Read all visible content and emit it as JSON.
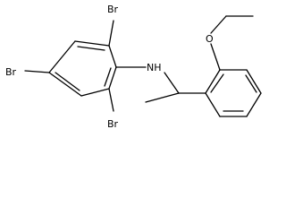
{
  "molecule": {
    "atoms": {
      "br_top": "Br",
      "br_left": "Br",
      "br_bottom": "Br",
      "nh": "NH",
      "oxygen": "O"
    }
  },
  "colors": {
    "bond": "#000000",
    "label": "#000000",
    "background": "#ffffff"
  }
}
